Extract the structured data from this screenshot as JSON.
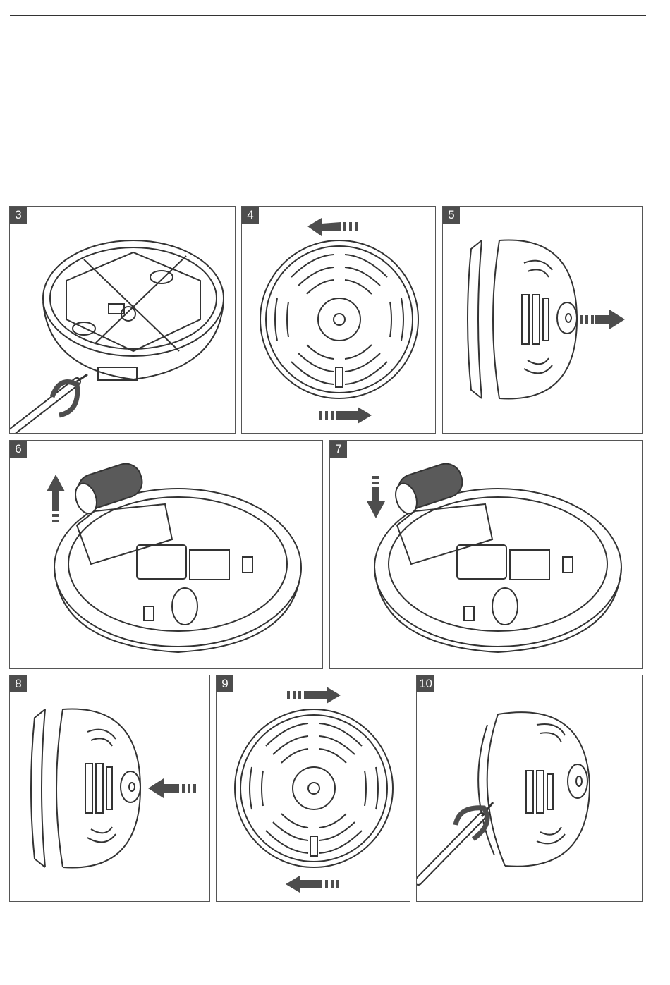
{
  "steps": [
    {
      "number": "3"
    },
    {
      "number": "4"
    },
    {
      "number": "5"
    },
    {
      "number": "6"
    },
    {
      "number": "7"
    },
    {
      "number": "8"
    },
    {
      "number": "9"
    },
    {
      "number": "10"
    }
  ],
  "colors": {
    "line": "#333333",
    "arrow": "#4d4d4d",
    "badge": "#4d4d4d",
    "battery": "#5a5a5a"
  },
  "icons": [
    "screwdriver-icon",
    "rotate-arrow-icon",
    "direction-arrow-icon",
    "battery-icon"
  ]
}
